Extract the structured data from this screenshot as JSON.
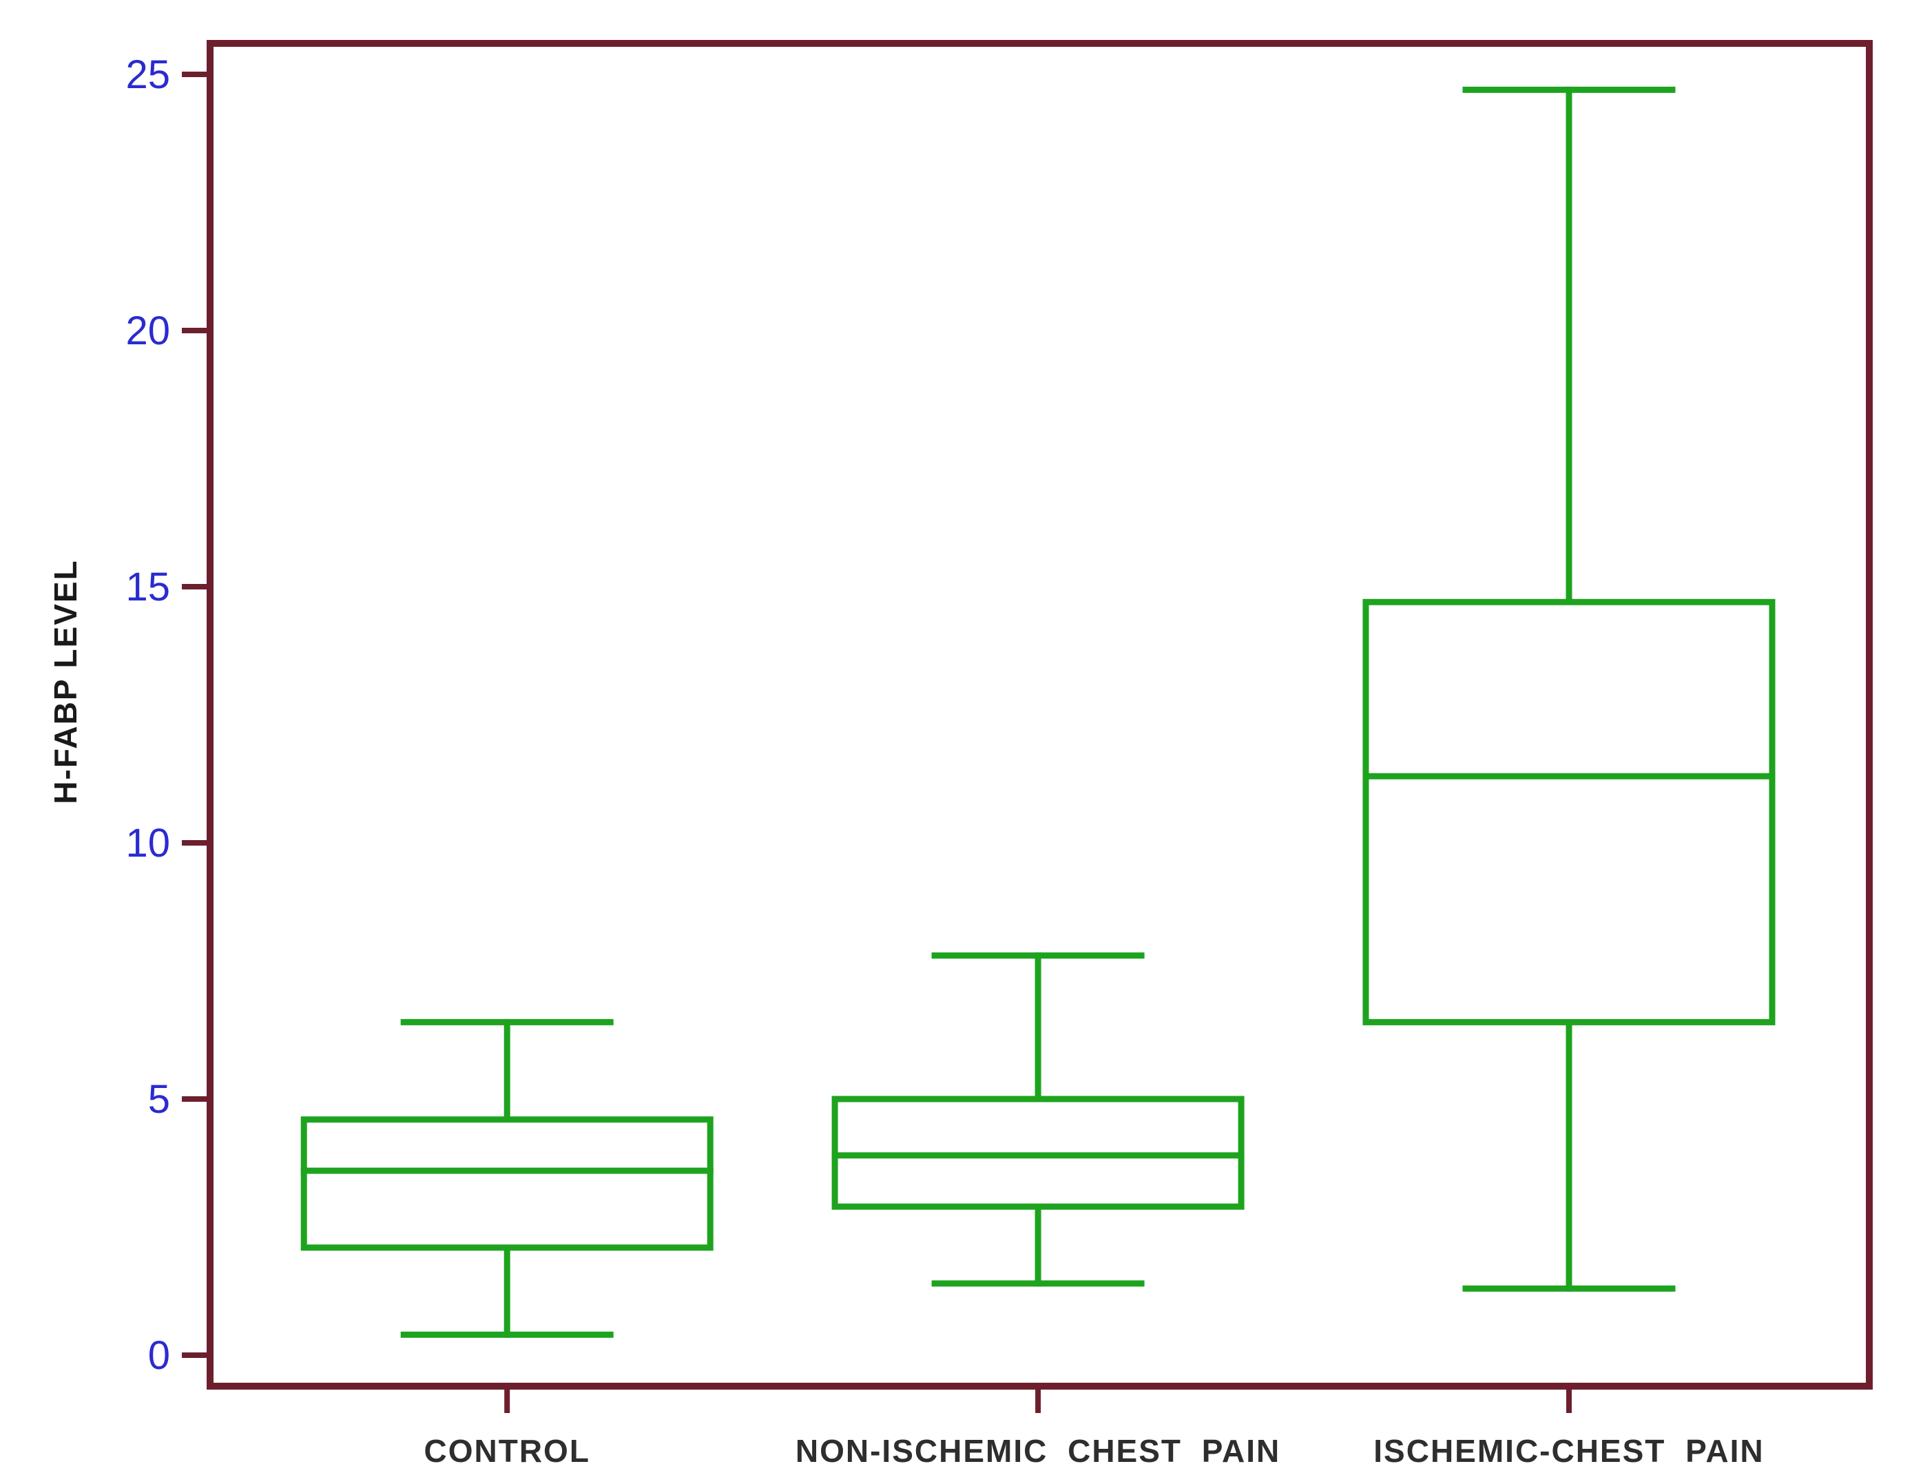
{
  "chart_data": {
    "type": "boxplot",
    "title": "",
    "ylabel": "H-FABP LEVEL",
    "xlabel": "",
    "ylim": [
      0,
      25
    ],
    "yticks": [
      0,
      5,
      10,
      15,
      20,
      25
    ],
    "grid": false,
    "legend": "none",
    "categories": [
      "CONTROL",
      "NON-ISCHEMIC CHEST PAIN",
      "ISCHEMIC-CHEST PAIN"
    ],
    "series": [
      {
        "name": "CONTROL",
        "min": 0.4,
        "q1": 2.1,
        "median": 3.6,
        "q3": 4.6,
        "max": 6.5
      },
      {
        "name": "NON-ISCHEMIC CHEST PAIN",
        "min": 1.4,
        "q1": 2.9,
        "median": 3.9,
        "q3": 5.0,
        "max": 7.8
      },
      {
        "name": "ISCHEMIC-CHEST PAIN",
        "min": 1.3,
        "q1": 6.5,
        "median": 11.3,
        "q3": 14.7,
        "max": 24.7
      }
    ],
    "colors": {
      "box": "#1ea31e",
      "frame": "#6d1f2e",
      "tick_label": "#2b2bd0",
      "category_label": "#2e2e2e",
      "background": "#ffffff"
    }
  }
}
